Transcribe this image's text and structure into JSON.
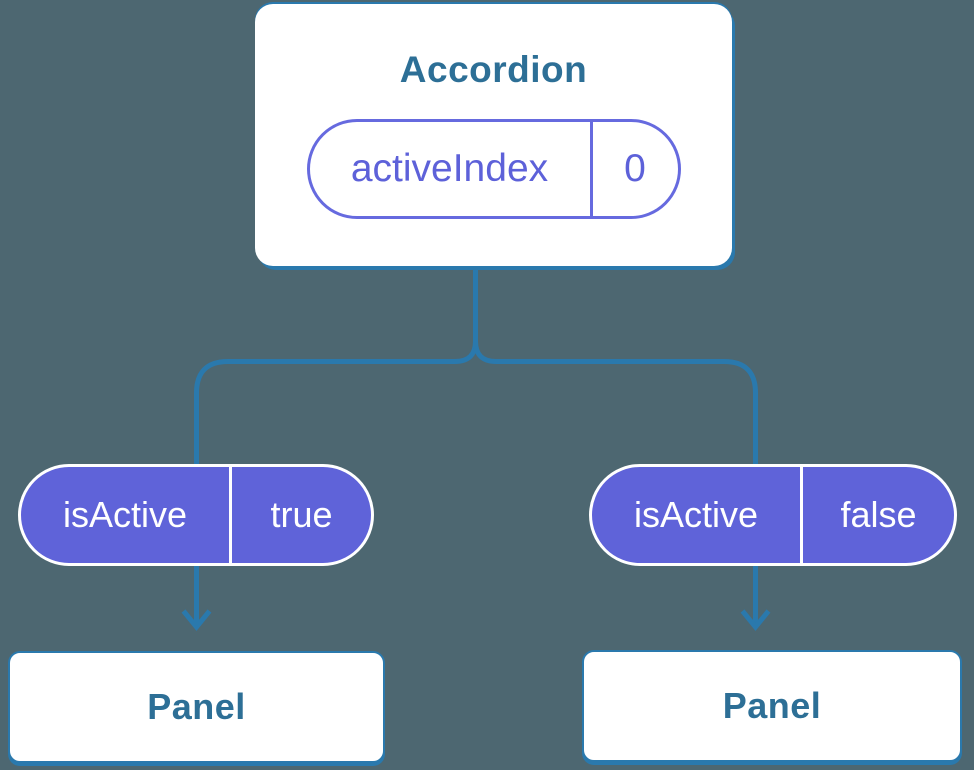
{
  "colors": {
    "background": "#4D6771",
    "connector": "#2A79AD",
    "node_text": "#2D6F96",
    "pill_purple": "#5F63D9",
    "pill_outline": "#666ADF",
    "pill_text_purple": "#5D61D9",
    "pill_text_white": "#FFFFFF"
  },
  "diagram": {
    "root": {
      "title": "Accordion",
      "state": {
        "label": "activeIndex",
        "value": "0"
      }
    },
    "children": [
      {
        "prop": {
          "label": "isActive",
          "value": "true"
        },
        "title": "Panel"
      },
      {
        "prop": {
          "label": "isActive",
          "value": "false"
        },
        "title": "Panel"
      }
    ]
  }
}
